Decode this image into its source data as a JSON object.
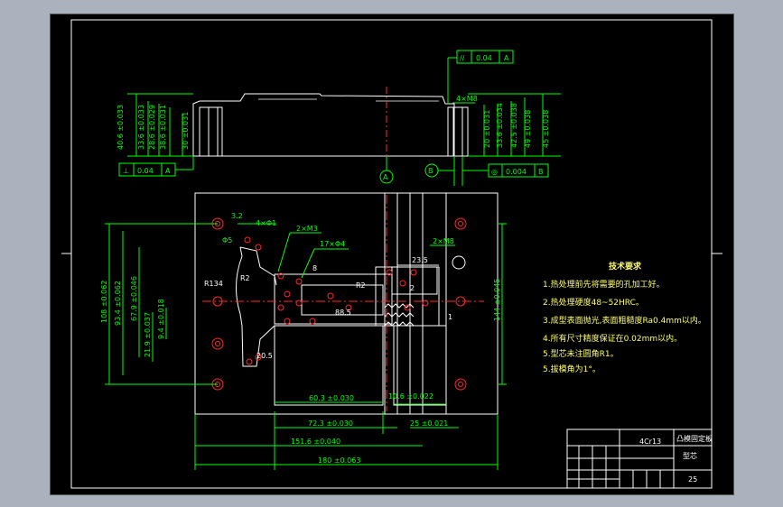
{
  "drawing": {
    "tolerances": {
      "parallel_symbol": "//",
      "parallel_value": "0.04",
      "parallel_datum": "A",
      "perp_symbol": "⊥",
      "perp_value": "0.04",
      "perp_datum": "A",
      "concentric_symbol": "◎",
      "concentric_value": "0.004",
      "concentric_datum": "B"
    },
    "datum_a": "A",
    "datum_b": "B",
    "top_labels": {
      "hole_callout_right": "4×M8",
      "left_dims": [
        "40.6 ±0.033",
        "33.6 ±0.033",
        "28.6 ±0.029",
        "38.6 ±0.031",
        "30 ±0.031"
      ],
      "right_dims": [
        "20 ±0.031",
        "33.6 ±0.034",
        "42.5 ±0.038",
        "49 ±0.038",
        "45 ±0.038"
      ]
    },
    "plan_labels": {
      "c_3_2": "3.2",
      "c_4x01": "4×Φ1",
      "c_2xm3": "2×M3",
      "c_17x04": "17×Φ4",
      "c_2xm8": "2×M8",
      "c_05": "Φ5",
      "c_r134": "R134",
      "c_r2_left": "R2",
      "c_r2_mid": "R2",
      "c_8": "8",
      "c_23_5": "23.5",
      "c_2": "2",
      "c_88_5": "88.5",
      "c_1": "1",
      "c_20_5": "20.5",
      "left_v1": "108 ±0.062",
      "left_v2": "93.4 ±0.062",
      "left_v3": "67.9 ±0.046",
      "left_v4": "21.9 ±0.037",
      "left_v5": "9.4 ±0.018",
      "right_v": "144 ±0.045",
      "bot_h1": "60.3 ±0.030",
      "bot_h2": "72.3 ±0.030",
      "bot_h3": "151.6 ±0.040",
      "bot_h4": "180 ±0.063",
      "bot_h5": "10.6 ±0.022",
      "bot_h6": "25 ±0.021"
    },
    "tech_requirements": {
      "title": "技术要求",
      "items": [
        "1.热处理前先将需要的孔加工好。",
        "2.热处理硬度48~52HRC。",
        "3.成型表面抛光,表面粗糙度Ra0.4mm以内。",
        "4.所有尺寸精度保证在0.02mm以内。",
        "5.型芯未注圆角R1。",
        "5.拔模角为1°。"
      ]
    },
    "title_block": {
      "material": "4Cr13",
      "part_name": "凸模固定板",
      "drawing_no": "型芯",
      "scale": "25"
    }
  }
}
